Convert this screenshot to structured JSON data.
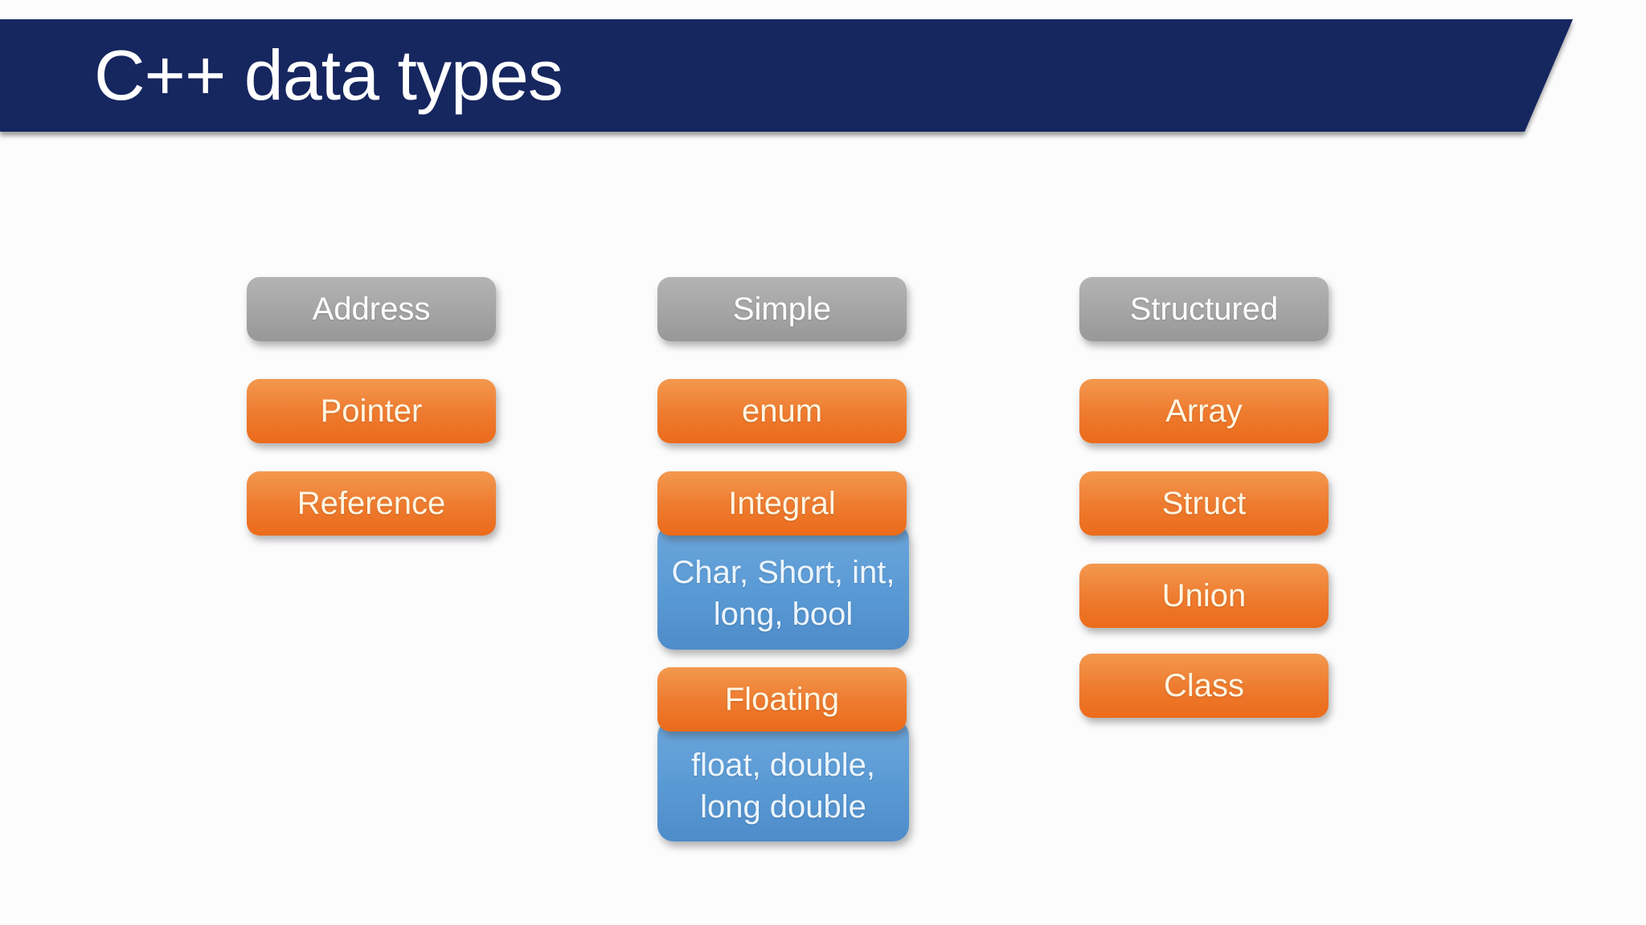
{
  "title": "C++ data types",
  "palette": {
    "banner": "#16275F",
    "bg": "#FCFCFD",
    "orange_top": "#F3994F",
    "orange_bottom": "#EB6B1A",
    "gray_top": "#B4B4B5",
    "gray_bottom": "#98989A",
    "blue_top": "#6CA6DC",
    "blue_bottom": "#4D8CC9",
    "text_on_orange": "#FDF6E3",
    "text_on_gray": "#FFFFFF",
    "text_on_blue": "#ECF5FC"
  },
  "columns": {
    "address": {
      "header": "Address",
      "pointer": "Pointer",
      "reference": "Reference"
    },
    "simple": {
      "header": "Simple",
      "enum": "enum",
      "integral": "Integral",
      "integral_types_line1": "Char, Short, int,",
      "integral_types_line2": "long, bool",
      "floating": "Floating",
      "floating_types_line1": "float, double,",
      "floating_types_line2": "long double"
    },
    "structured": {
      "header": "Structured",
      "array": "Array",
      "struct": "Struct",
      "union": "Union",
      "class": "Class"
    }
  }
}
